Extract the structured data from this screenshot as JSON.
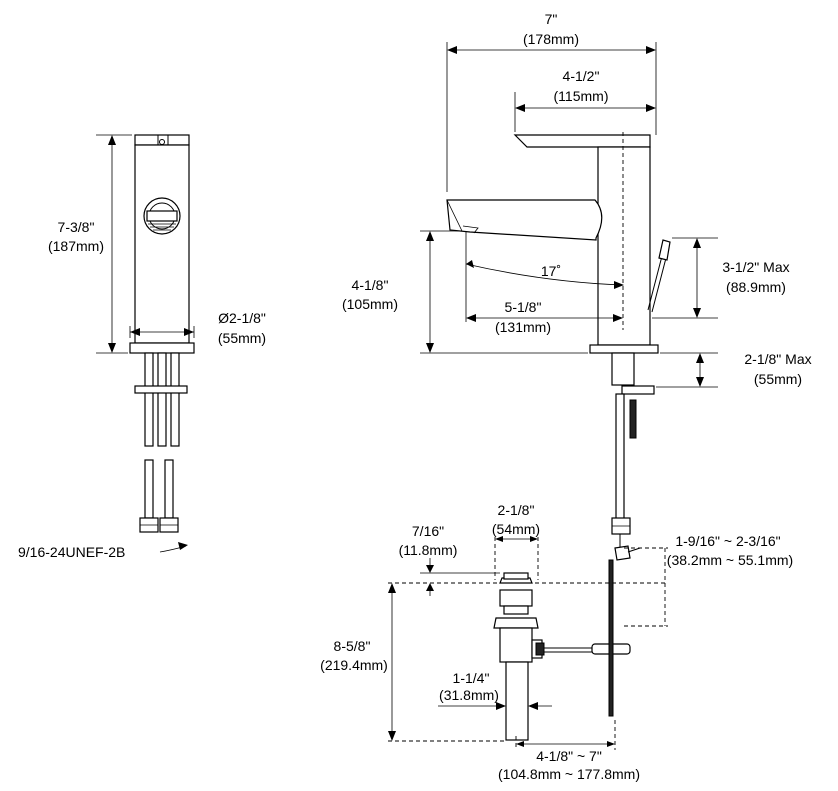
{
  "dimensions": {
    "overall_width": {
      "imperial": "7\"",
      "metric": "(178mm)"
    },
    "handle_reach": {
      "imperial": "4-1/2\"",
      "metric": "(115mm)"
    },
    "overall_height": {
      "imperial": "7-3/8\"",
      "metric": "(187mm)"
    },
    "base_diameter": {
      "imperial": "Ø2-1/8\"",
      "metric": "(55mm)"
    },
    "connection_thread": {
      "imperial": "9/16-24UNEF-2B"
    },
    "spout_height": {
      "imperial": "4-1/8\"",
      "metric": "(105mm)"
    },
    "spout_angle": {
      "imperial": "17˚"
    },
    "spout_reach": {
      "imperial": "5-1/8\"",
      "metric": "(131mm)"
    },
    "lift_rod_height": {
      "imperial": "3-1/2\" Max",
      "metric": "(88.9mm)"
    },
    "deck_thickness": {
      "imperial": "2-1/8\" Max",
      "metric": "(55mm)"
    },
    "drain_flange": {
      "imperial": "2-1/8\"",
      "metric": "(54mm)"
    },
    "flange_height": {
      "imperial": "7/16\"",
      "metric": "(11.8mm)"
    },
    "lift_rod_range": {
      "imperial": "1-9/16\" ~ 2-3/16\"",
      "metric": "(38.2mm ~ 55.1mm)"
    },
    "drain_length": {
      "imperial": "8-5/8\"",
      "metric": "(219.4mm)"
    },
    "tailpiece_diameter": {
      "imperial": "1-1/4\"",
      "metric": "(31.8mm)"
    },
    "pivot_rod_range": {
      "imperial": "4-1/8\" ~ 7\"",
      "metric": "(104.8mm ~ 177.8mm)"
    }
  },
  "colors": {
    "line": "#000000",
    "background": "#ffffff"
  }
}
